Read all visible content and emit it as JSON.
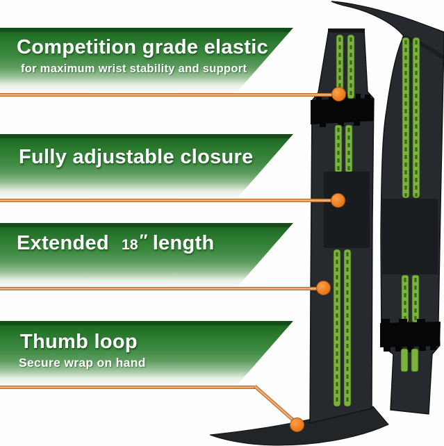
{
  "image_type": "product feature infographic",
  "product": "pair of black weightlifting wrist wraps with green elastic stripes",
  "callouts": [
    {
      "title": "Competition grade elastic",
      "subtitle": "for maximum wrist stability and support"
    },
    {
      "title": "Fully adjustable closure"
    },
    {
      "title": {
        "before": "Extended",
        "number": "18",
        "unit": "″",
        "after": "length"
      }
    },
    {
      "title": "Thumb loop",
      "subtitle": "Secure wrap on hand"
    }
  ],
  "colors": {
    "banner_green_dark": "#124c18",
    "banner_green_mid": "#2b7a2f",
    "banner_fade": "#ffffff",
    "callout_line_orange": "#d1823c",
    "callout_dot_orange": "#ed7c1d",
    "strap_charcoal": "#26292d",
    "velcro_black": "#060606",
    "closure_patch": "#1a1d20",
    "stripe_green": "#7ab23d",
    "stripe_dash_green": "#3c671b",
    "text_white": "#ffffff"
  }
}
